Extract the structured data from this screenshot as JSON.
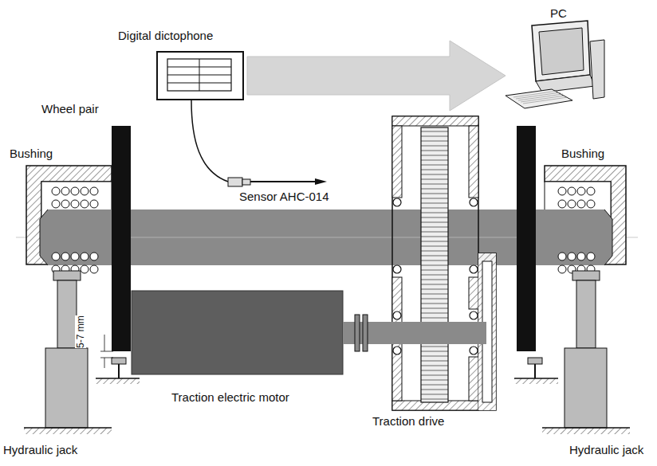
{
  "diagram": {
    "nodes": [
      {
        "text": [
          "Digital dictophone"
        ]
      },
      {
        "text": [
          "PC"
        ]
      }
    ],
    "edges": [
      {
        "from": 0,
        "to": 1,
        "arrow": "to"
      }
    ],
    "labels": [
      "Wheel pair",
      "Bushing",
      "Bushing",
      "Sensor AHC-014",
      "5-7 mm",
      "Traction electric motor",
      "Traction drive",
      "Hydraulic jack",
      "Hydraulic jack"
    ]
  }
}
